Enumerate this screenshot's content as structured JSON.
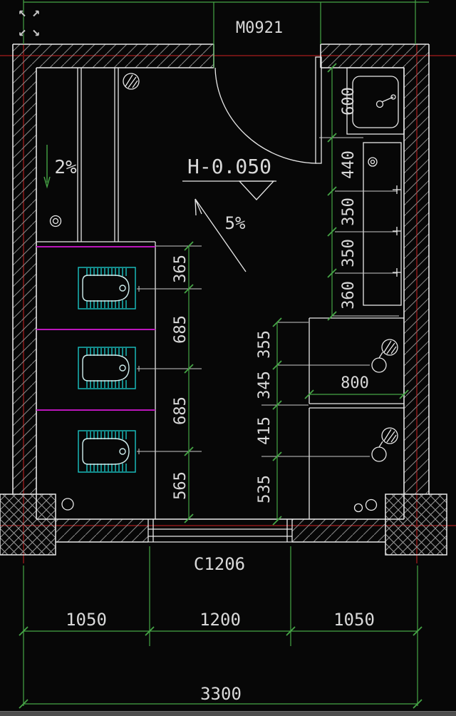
{
  "labels": {
    "door": "M0921",
    "window": "C1206",
    "level": "H-0.050",
    "slope_left": "2%",
    "slope_main": "5%"
  },
  "dimensions": {
    "right_wall": [
      "600",
      "440",
      "350",
      "350",
      "360"
    ],
    "tub_bay": [
      "365",
      "685",
      "685",
      "565"
    ],
    "stall_bay": [
      "355",
      "345",
      "415",
      "535"
    ],
    "stall_width": "800",
    "bottom_row": [
      "1050",
      "1200",
      "1050"
    ],
    "overall_width": "3300"
  },
  "colors": {
    "wall_line": "#e8e8e8",
    "dim": "#46a546",
    "axis": "#6b1414",
    "partition": "#bb16bb",
    "fixture": "#1ac4c4",
    "fixture_light": "#cfeeee",
    "extension": "#c9c9c9",
    "text": "#d9d9d9"
  },
  "overlay": {
    "arrows": [
      "↖",
      "↗",
      "↙",
      "↘"
    ]
  }
}
